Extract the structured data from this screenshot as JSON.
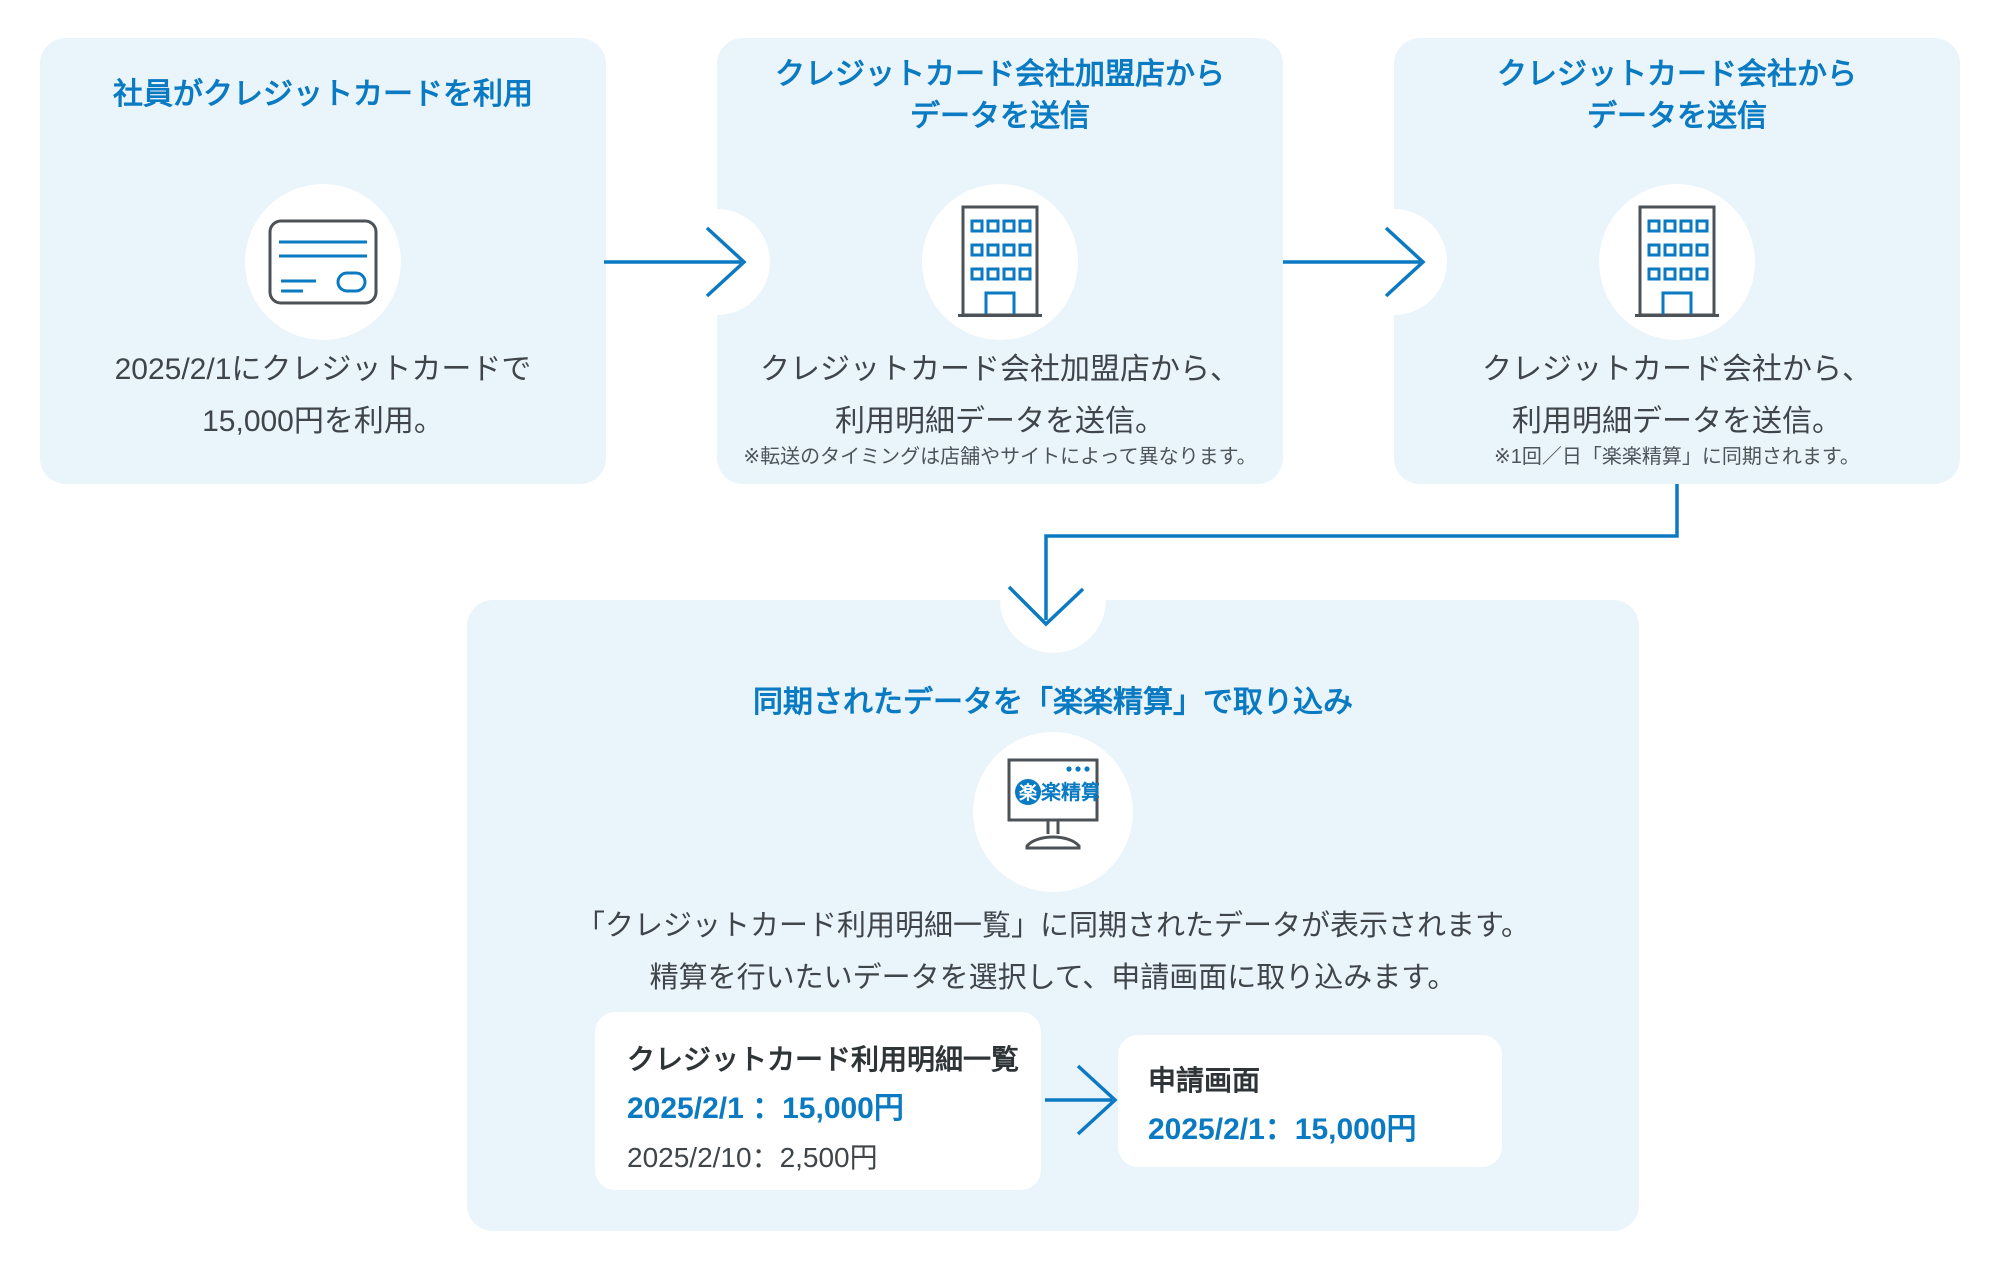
{
  "colors": {
    "accent_blue": "#0a7ac2",
    "box_background": "#e9f4fb",
    "body_text": "#3f4549",
    "note_text": "#4e5559",
    "card_title_text": "#2f3437",
    "icon_outline": "#4d5257"
  },
  "step1": {
    "title": "社員がクレジットカードを利用",
    "desc1": "2025/2/1にクレジットカードで",
    "desc2": "15,000円を利用。"
  },
  "step2": {
    "title1": "クレジットカード会社加盟店から",
    "title2": "データを送信",
    "desc1": "クレジットカード会社加盟店から、",
    "desc2": "利用明細データを送信。",
    "note": "※転送のタイミングは店舗やサイトによって異なります。"
  },
  "step3": {
    "title1": "クレジットカード会社から",
    "title2": "データを送信",
    "desc1": "クレジットカード会社から、",
    "desc2": "利用明細データを送信。",
    "note": "※1回／日「楽楽精算」に同期されます。"
  },
  "step4": {
    "title": "同期されたデータを「楽楽精算」で取り込み",
    "desc1": "「クレジットカード利用明細一覧」に同期されたデータが表示されます。",
    "desc2": "精算を行いたいデータを選択して、申請画面に取り込みます。",
    "logo": {
      "first": "楽",
      "rest": "楽精算"
    },
    "detail_card": {
      "title": "クレジットカード利用明細一覧",
      "highlight": "2025/2/1 ：15,000円",
      "normal": "2025/2/10：2,500円"
    },
    "apply_card": {
      "title": "申請画面",
      "highlight": "2025/2/1：15,000円"
    }
  }
}
